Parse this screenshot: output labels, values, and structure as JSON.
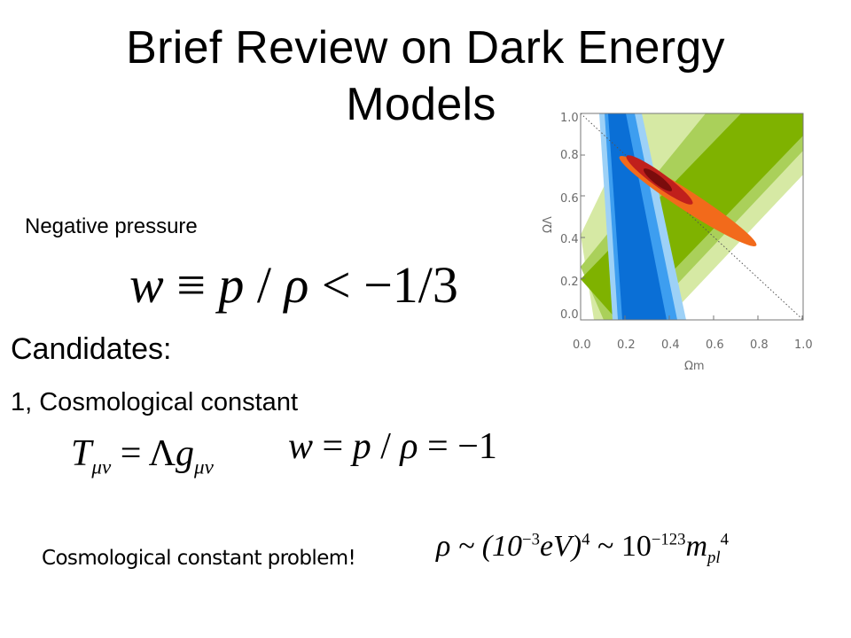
{
  "slide": {
    "title_line1": "Brief Review on Dark Energy",
    "title_line2": "Models",
    "negative_pressure": "Negative pressure",
    "candidates": "Candidates:",
    "item1": "1, Cosmological constant",
    "problem": "Cosmological constant problem!"
  },
  "equations": {
    "w_def": {
      "w": "w",
      "eq": " ≡ ",
      "p": "p",
      "slash": " / ",
      "rho": "ρ",
      "rest": " < −1/3"
    },
    "tmunu": {
      "T": "T",
      "sub": "μν",
      "eq": " = Λ",
      "g": "g",
      "gsub": "μν"
    },
    "w_val": {
      "w": "w",
      "eq": " = ",
      "p": "p",
      "slash": " / ",
      "rho": "ρ",
      "rest": " = −1"
    },
    "rho_est": {
      "rho": "ρ ~ (10",
      "exp1": "−3",
      "ev": "eV)",
      "exp2": "4",
      "mid": " ~ 10",
      "exp3": "−123",
      "m": "m",
      "msub": "pl",
      "mexp": "4"
    }
  },
  "plot": {
    "ylabel": "ΩΛ",
    "xlabel": "Ωm",
    "xticks": [
      "0.0",
      "0.2",
      "0.4",
      "0.6",
      "0.8",
      "1.0"
    ],
    "yticks": [
      "0.0",
      "0.2",
      "0.4",
      "0.6",
      "0.8",
      "1.0"
    ],
    "colors": {
      "green_dark": "#7fb200",
      "green_mid": "#aad05a",
      "green_light": "#d6e9a4",
      "blue_dark": "#0a6fd6",
      "blue_mid": "#3d9ef0",
      "blue_light": "#9dd1f7",
      "orange": "#f26a1b",
      "red": "#c0201c",
      "dark_red": "#7a0c0c"
    }
  }
}
